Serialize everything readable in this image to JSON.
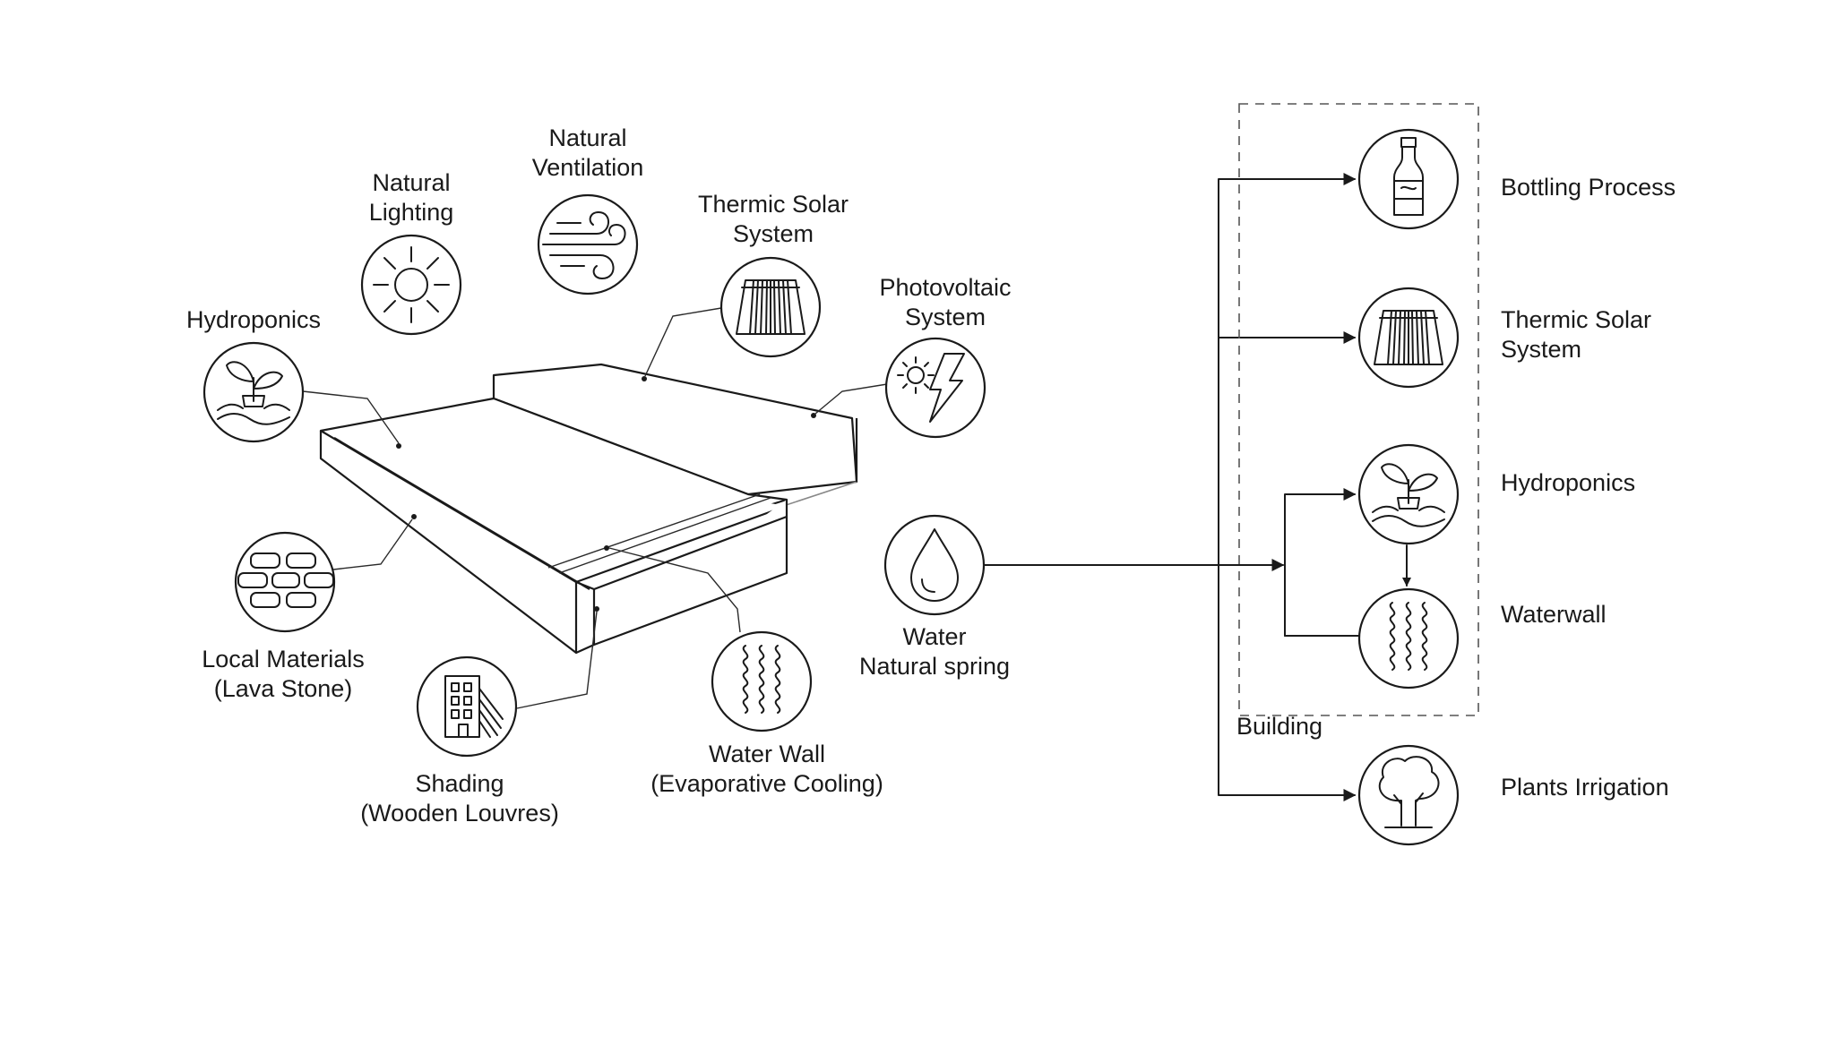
{
  "left_labels": {
    "natural_lighting": [
      "Natural",
      "Lighting"
    ],
    "natural_ventilation": [
      "Natural",
      "Ventilation"
    ],
    "thermic_solar": [
      "Thermic Solar",
      "System"
    ],
    "photovoltaic": [
      "Photovoltaic",
      "System"
    ],
    "hydroponics": [
      "Hydroponics"
    ],
    "local_materials": [
      "Local Materials",
      "(Lava Stone)"
    ],
    "shading": [
      "Shading",
      "(Wooden Louvres)"
    ],
    "water_wall": [
      "Water Wall",
      "(Evaporative Cooling)"
    ],
    "water_source": [
      "Water",
      "Natural spring"
    ]
  },
  "right_labels": {
    "bottling": [
      "Bottling Process"
    ],
    "thermic_solar": [
      "Thermic Solar",
      "System"
    ],
    "hydroponics": [
      "Hydroponics"
    ],
    "waterwall": [
      "Waterwall"
    ],
    "plants": [
      "Plants Irrigation"
    ]
  },
  "building_label": "Building",
  "icons": {
    "natural_lighting": "sun-icon",
    "natural_ventilation": "wind-icon",
    "thermic_solar": "solar-collector-icon",
    "photovoltaic": "sun-lightning-icon",
    "hydroponics": "plant-sprout-icon",
    "local_materials": "stone-bricks-icon",
    "shading": "building-louvres-icon",
    "water_wall": "wavy-lines-icon",
    "water_source": "water-drop-icon",
    "bottling": "bottle-icon",
    "plants": "tree-icon"
  },
  "colors": {
    "ink": "#1a1a1a",
    "background": "#ffffff",
    "dashed_frame": "#555555"
  }
}
